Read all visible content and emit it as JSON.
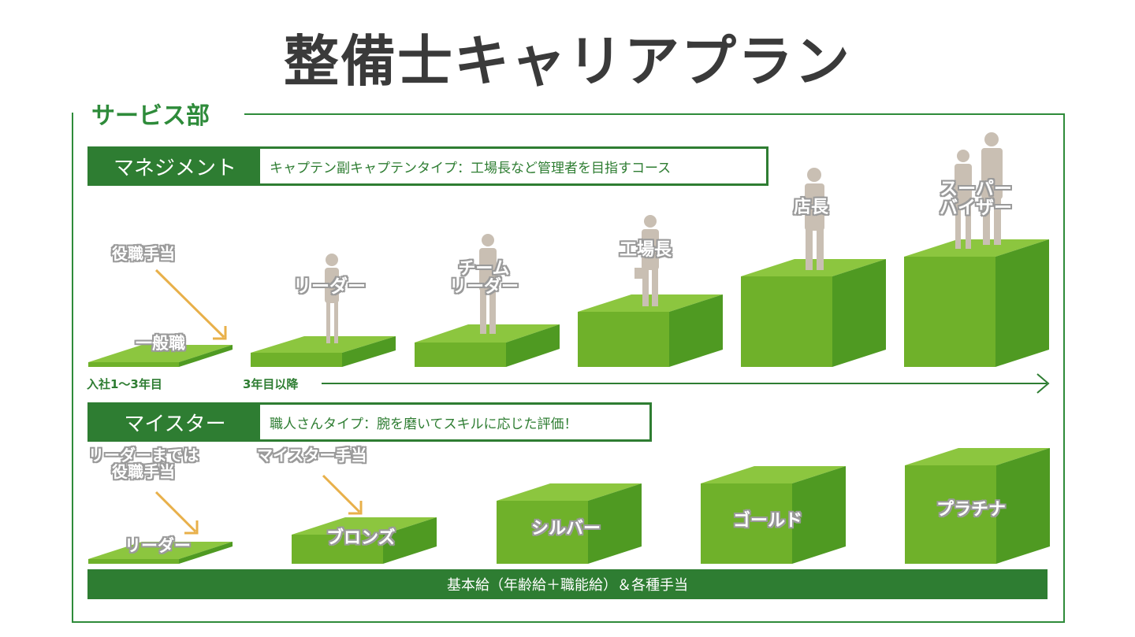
{
  "title": "整備士キャリアプラン",
  "section": "サービス部",
  "management": {
    "heading": "マネジメント",
    "description": "キャプテン副キャプテンタイプ：工場長など管理者を目指すコース",
    "allowance_label": "役職手当",
    "steps": [
      "一般職",
      "リーダー",
      "チーム\nリーダー",
      "工場長",
      "店長",
      "スーパー\nバイザー"
    ],
    "timeline_start": "入社1〜3年目",
    "timeline_after": "3年目以降"
  },
  "meister": {
    "heading": "マイスター",
    "description": "職人さんタイプ：腕を磨いてスキルに応じた評価！",
    "allowance_left": "リーダーまでは\n役職手当",
    "allowance_right": "マイスター手当",
    "steps": [
      "リーダー",
      "ブロンズ",
      "シルバー",
      "ゴールド",
      "プラチナ"
    ]
  },
  "footer": "基本給（年齢給＋職能給）＆各種手当",
  "colors": {
    "frame": "#2e8b3a",
    "banner": "#2e7d32",
    "block_front": "#6fb12a",
    "block_top": "#8cc63f",
    "block_side": "#4f9a22",
    "arrow": "#e8b04a",
    "figure": "#c9bfb3"
  }
}
